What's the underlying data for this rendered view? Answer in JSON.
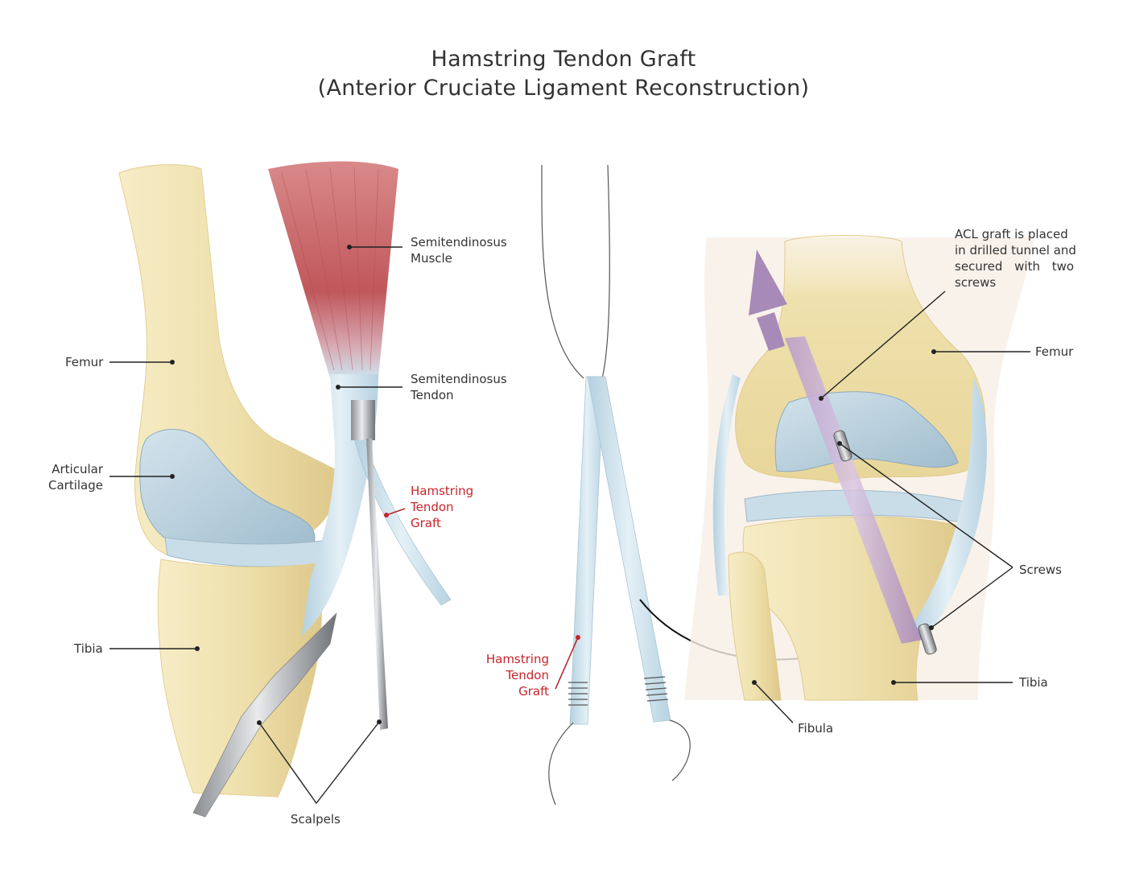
{
  "title": {
    "line1": "Hamstring Tendon Graft",
    "line2": "(Anterior Cruciate Ligament Reconstruction)"
  },
  "colors": {
    "bone": "#efe1ad",
    "bone_shade": "#dcc57f",
    "cartilage": "#b8cfdc",
    "tendon": "#cfe3ee",
    "muscle": "#c0575b",
    "graft_label": "#c8252b",
    "text": "#333333",
    "arrow": "#a78ab8"
  },
  "labels": {
    "femur_left": "Femur",
    "articular_cartilage_1": "Articular",
    "articular_cartilage_2": "Cartilage",
    "tibia_left": "Tibia",
    "scalpels": "Scalpels",
    "semitendinosus_muscle_1": "Semitendinosus",
    "semitendinosus_muscle_2": "Muscle",
    "semitendinosus_tendon_1": "Semitendinosus",
    "semitendinosus_tendon_2": "Tendon",
    "graft_left_1": "Hamstring",
    "graft_left_2": "Tendon",
    "graft_left_3": "Graft",
    "graft_center_1": "Hamstring",
    "graft_center_2": "Tendon",
    "graft_center_3": "Graft",
    "acl_note_1": "ACL graft is placed",
    "acl_note_2": "in drilled tunnel and",
    "acl_note_3": "secured with two",
    "acl_note_4": "screws",
    "femur_right": "Femur",
    "screws": "Screws",
    "tibia_right": "Tibia",
    "fibula": "Fibula"
  }
}
